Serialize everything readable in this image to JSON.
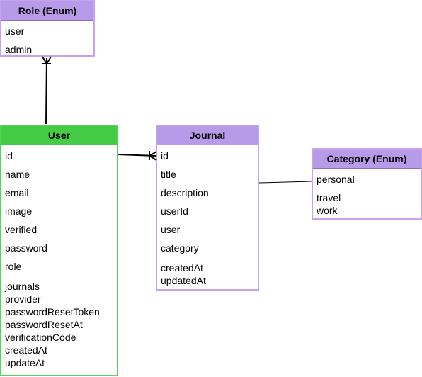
{
  "entities": {
    "role": {
      "title": "Role (Enum)",
      "fields": [
        "user",
        "admin"
      ]
    },
    "user": {
      "title": "User",
      "fields": [
        "id",
        "name",
        "email",
        "image",
        "verified",
        "password",
        "role",
        "journals",
        "provider",
        "passwordResetToken",
        "passwordResetAt",
        "verificationCode",
        "createdAt",
        "updateAt"
      ]
    },
    "journal": {
      "title": "Journal",
      "fields": [
        "id",
        "title",
        "description",
        "userId",
        "user",
        "category",
        "createdAt",
        "updatedAt"
      ]
    },
    "category": {
      "title": "Category (Enum)",
      "fields": [
        "personal",
        "travel",
        "work"
      ]
    }
  },
  "colors": {
    "enum_header": "#b79be9",
    "enum_border": "#c7a2ee",
    "user_header": "#45cb45",
    "user_border": "#57d15a"
  }
}
